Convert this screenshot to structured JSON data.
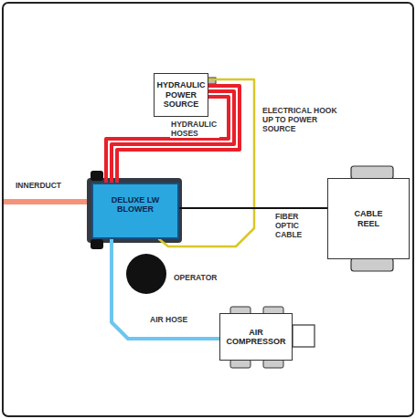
{
  "diagram": {
    "nodes": [
      {
        "text": [
          "HYDRAULIC POWER SOURCE"
        ]
      },
      {
        "text": [
          "DELUXE LW BLOWER"
        ]
      },
      {
        "text": [
          "CABLE REEL"
        ]
      },
      {
        "text": [
          "OPERATOR"
        ]
      },
      {
        "text": [
          "AIR COMPRESSOR"
        ]
      }
    ],
    "edges": [
      {
        "from": 0,
        "to": 1,
        "label": "HYDRAULIC HOSES",
        "arrow": "none"
      },
      {
        "from": 0,
        "to": 1,
        "label": "ELECTRICAL HOOK UP TO POWER SOURCE",
        "arrow": "none"
      },
      {
        "from": 1,
        "to": 2,
        "label": "FIBER OPTIC CABLE",
        "arrow": "none"
      },
      {
        "from": 4,
        "to": 1,
        "label": "AIR HOSE",
        "arrow": "none"
      }
    ],
    "labels": [
      "INNERDUCT"
    ]
  }
}
